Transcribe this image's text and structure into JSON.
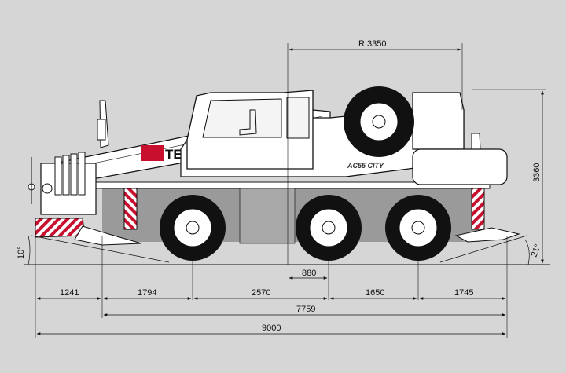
{
  "dimensions": {
    "swing_radius": "R 3350",
    "overall_height": "3360",
    "approach_angle": "10°",
    "departure_angle": "21°",
    "axle_offset": "880",
    "front_overhang": "1241",
    "front_to_axle1": "1794",
    "axle1_to_axle2": "2570",
    "axle2_to_axle3": "1650",
    "rear_overhang": "1745",
    "length_without_front": "7759",
    "overall_length": "9000"
  },
  "branding": {
    "logo": "TE",
    "model": "AC55 CITY"
  },
  "colors": {
    "background": "#d6d6d6",
    "accent_red": "#c8102e",
    "body": "#ffffff",
    "tire": "#111111",
    "line": "#1a1a1a"
  }
}
